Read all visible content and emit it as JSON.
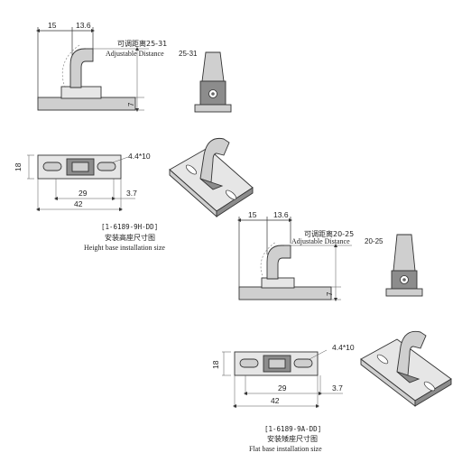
{
  "top": {
    "dim_left": "15",
    "dim_right": "13.6",
    "adjust_cn": "可调距离25-31",
    "adjust_en": "Adjustable Distance",
    "adjust_range": "25-31",
    "dim_height": "7",
    "hole": "4.4*10",
    "width_dim": "18",
    "dim_29": "29",
    "dim_37": "3.7",
    "dim_42": "42",
    "code": "[1-6189-9H-DD]",
    "caption_cn": "安装高座尺寸图",
    "caption_en": "Height base installation size"
  },
  "bottom": {
    "dim_left": "15",
    "dim_right": "13.6",
    "adjust_cn": "可调距离20-25",
    "adjust_en": "Adjustable Distance",
    "adjust_range": "20-25",
    "dim_height": "7",
    "hole": "4.4*10",
    "width_dim": "18",
    "dim_29": "29",
    "dim_37": "3.7",
    "dim_42": "42",
    "code": "[1-6189-9A-DD]",
    "caption_cn": "安装矮座尺寸图",
    "caption_en": "Flat base installation size"
  }
}
